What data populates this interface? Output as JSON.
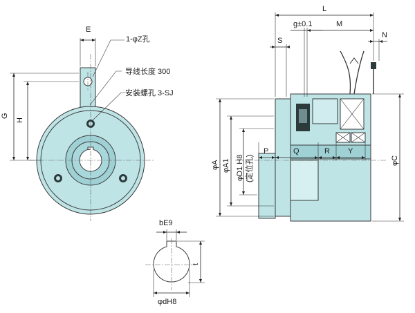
{
  "labels": {
    "E": "E",
    "z_hole": "1-φZ孔",
    "lead_wire": "导线长度 300",
    "mount_screw": "安装螺孔 3-SJ",
    "G": "G",
    "H": "H",
    "b": "bE9",
    "t": "t",
    "d": "φdH8",
    "L": "L",
    "g": "g±0.1",
    "M": "M",
    "S": "S",
    "N": "N",
    "A": "φA",
    "A1": "φA1",
    "D1": "φD1 H8",
    "D1_note": "(定位孔)",
    "C": "φC",
    "P": "P",
    "Q": "Q",
    "R": "R",
    "Y": "Y"
  },
  "colors": {
    "body": "#bfe4e6",
    "body_dark": "#9fd0d4",
    "line": "#3a3a3a"
  }
}
